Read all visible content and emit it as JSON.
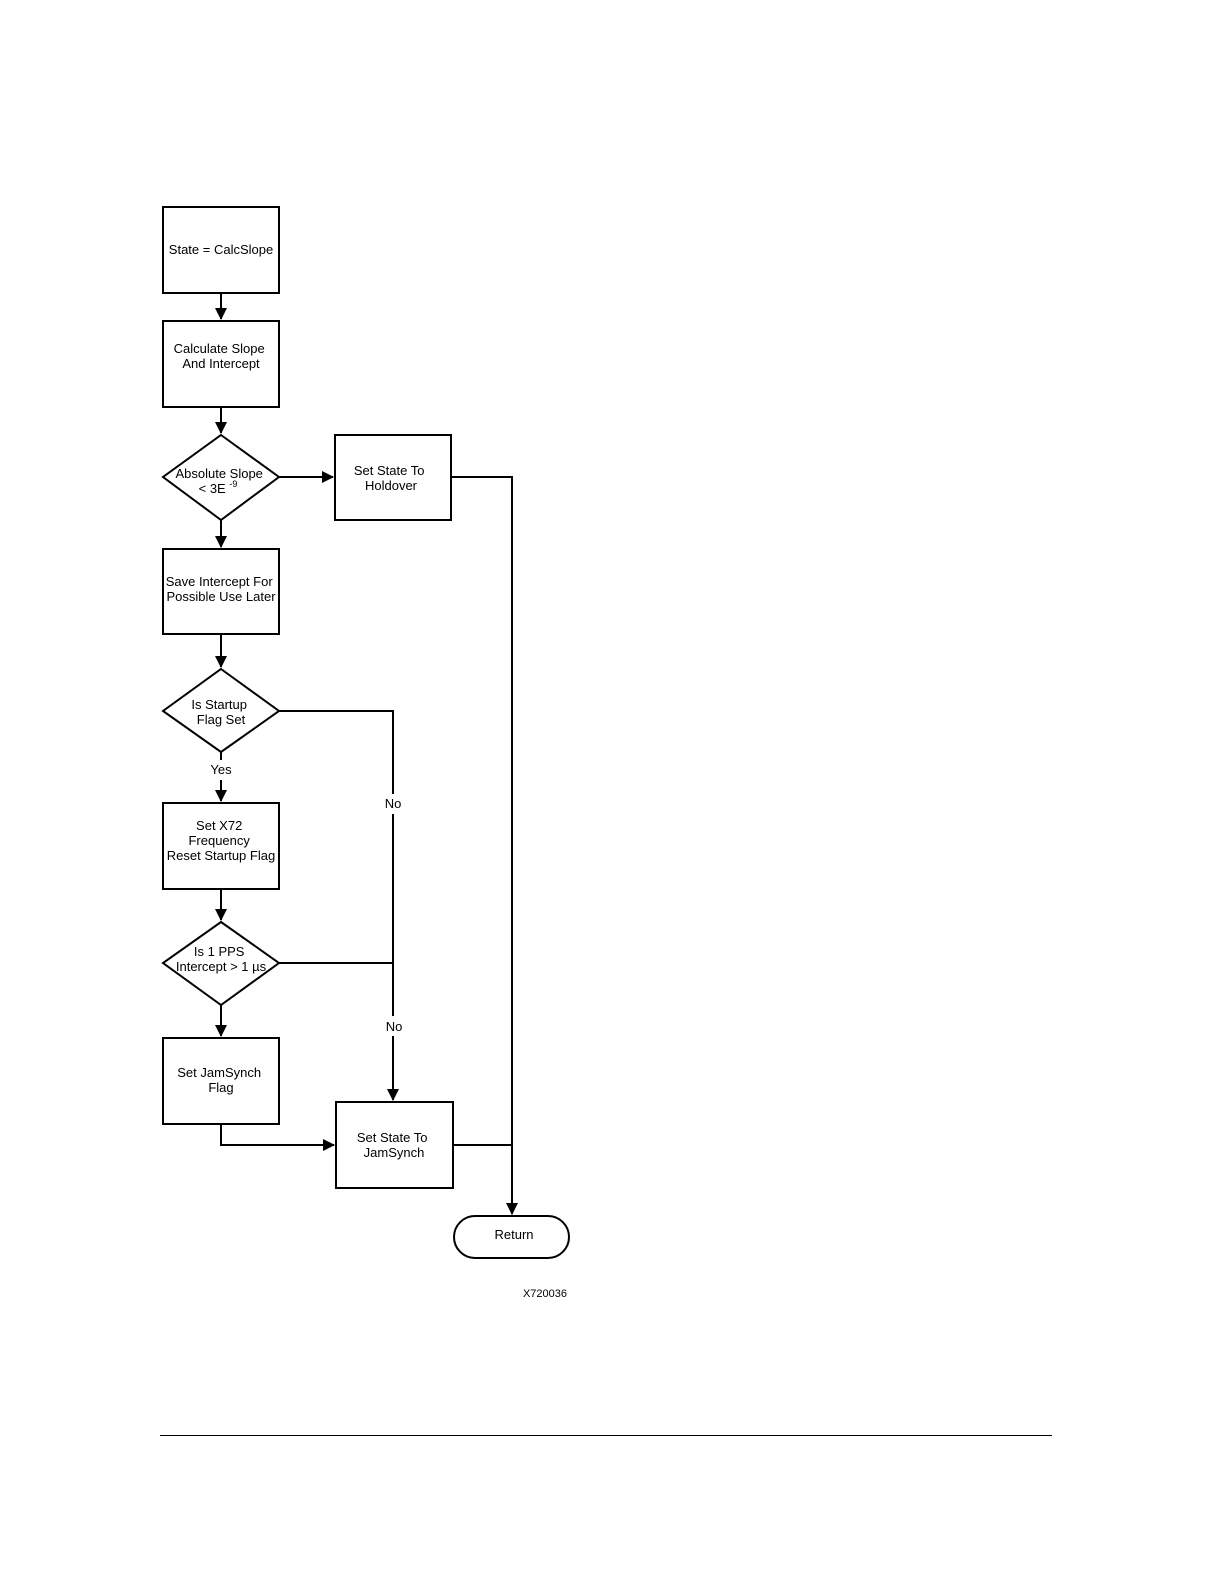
{
  "flowchart": {
    "nodes": {
      "state_calcslope": {
        "label": "State = CalcSlope"
      },
      "calc_slope": {
        "lines": [
          "Calculate Slope",
          "And Intercept"
        ]
      },
      "abs_slope": {
        "line1": "Absolute Slope",
        "line2_base": "< 3E",
        "line2_sup": "-9"
      },
      "set_holdover": {
        "lines": [
          "Set State To",
          "Holdover"
        ]
      },
      "save_intercept": {
        "lines": [
          "Save Intercept For",
          "Possible Use Later"
        ]
      },
      "startup_flag": {
        "lines": [
          "Is Startup",
          "Flag Set"
        ]
      },
      "set_x72": {
        "lines": [
          "Set X72",
          "Frequency",
          "Reset Startup Flag"
        ]
      },
      "pps_intercept": {
        "lines": [
          "Is 1 PPS",
          "Intercept > 1 µs"
        ]
      },
      "set_jamsynch_flag": {
        "lines": [
          "Set JamSynch",
          "Flag"
        ]
      },
      "set_state_jamsynch": {
        "lines": [
          "Set State To",
          "JamSynch"
        ]
      },
      "return": {
        "label": "Return"
      }
    },
    "edge_labels": {
      "startup_yes": "Yes",
      "startup_no": "No",
      "pps_no": "No"
    },
    "figure_id": "X720036"
  }
}
